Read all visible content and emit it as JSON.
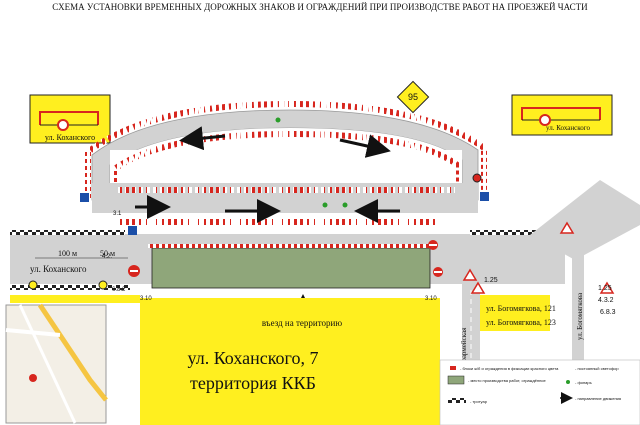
{
  "title": "СХЕМА УСТАНОВКИ ВРЕМЕННЫХ ДОРОЖНЫХ ЗНАКОВ И ОГРАЖДЕНИЙ ПРИ ПРОИЗВОДСТВЕ РАБОТ НА ПРОЕЗЖЕЙ ЧАСТИ",
  "sign_95": "95",
  "left_plate_street": "ул. Коханского",
  "right_plate_street": "ул. Коханского",
  "street_left": "ул. Коханского",
  "dist_100": "100 м",
  "dist_50": "50 м",
  "street_kraso": "ул. Красноармейская",
  "street_bogo": "ул. Богомягкова",
  "address_a": "ул. Богомягкова, 121",
  "address_b": "ул. Богомягкова, 123",
  "entrance": "въезд на территорию",
  "site_address": "ул. Коханского, 7",
  "site_name": "территория ККБ",
  "sign_codes": {
    "s125_right": "1.25",
    "s125_mid": "1.25",
    "s432": "4.3.2",
    "s683": "6.8.3",
    "s310_a": "3.10",
    "s310_b": "3.10",
    "s4_2": "4.2.",
    "s6_8": "6.8.2",
    "s3_1": "3.1"
  },
  "legend": {
    "item1": "- блоки ж/б и ограждения в фиксации красного цвета",
    "item2": "- место производства работ, ограждённое",
    "item3": "- тротуар",
    "item4": "- постоянный светофор",
    "item5": "- фонарь",
    "item6": "- направление движения"
  },
  "colors": {
    "yellow": "#ffef1f",
    "road": "#d2d2d2",
    "site": "#8fa67a",
    "barrier": "#d7261e",
    "arrow": "#111111"
  }
}
